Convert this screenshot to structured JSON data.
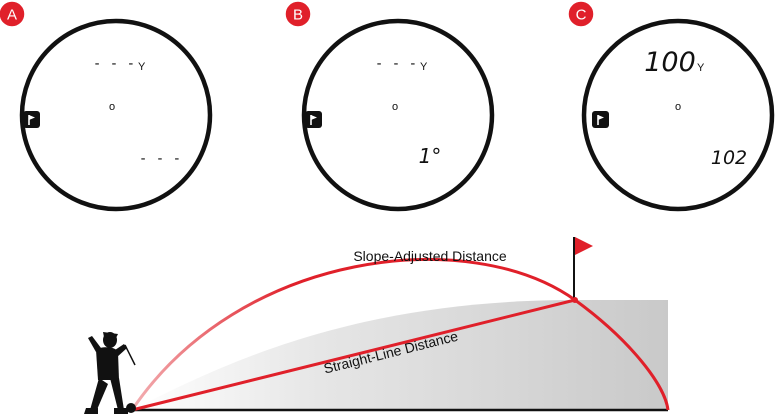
{
  "colors": {
    "accent_red": "#e0202a",
    "ring": "#111111",
    "hill_light": "#eeeeee",
    "hill_dark": "#cfcfcf"
  },
  "viewfinders": [
    {
      "badge": "A",
      "distance": "- - -",
      "unit": "Y",
      "reticle": "o",
      "readout": "- - -",
      "icon": "flag-mode-icon"
    },
    {
      "badge": "B",
      "distance": "- - -",
      "unit": "Y",
      "reticle": "o",
      "readout": "1°",
      "icon": "flag-mode-icon"
    },
    {
      "badge": "C",
      "distance": "100",
      "unit": "Y",
      "reticle": "o",
      "readout": "102",
      "icon": "flag-mode-icon"
    }
  ],
  "diagram": {
    "slope_label": "Slope-Adjusted Distance",
    "straight_label": "Straight-Line Distance",
    "icons": [
      "golfer-icon",
      "golf-ball-icon",
      "pin-flag-icon"
    ]
  }
}
